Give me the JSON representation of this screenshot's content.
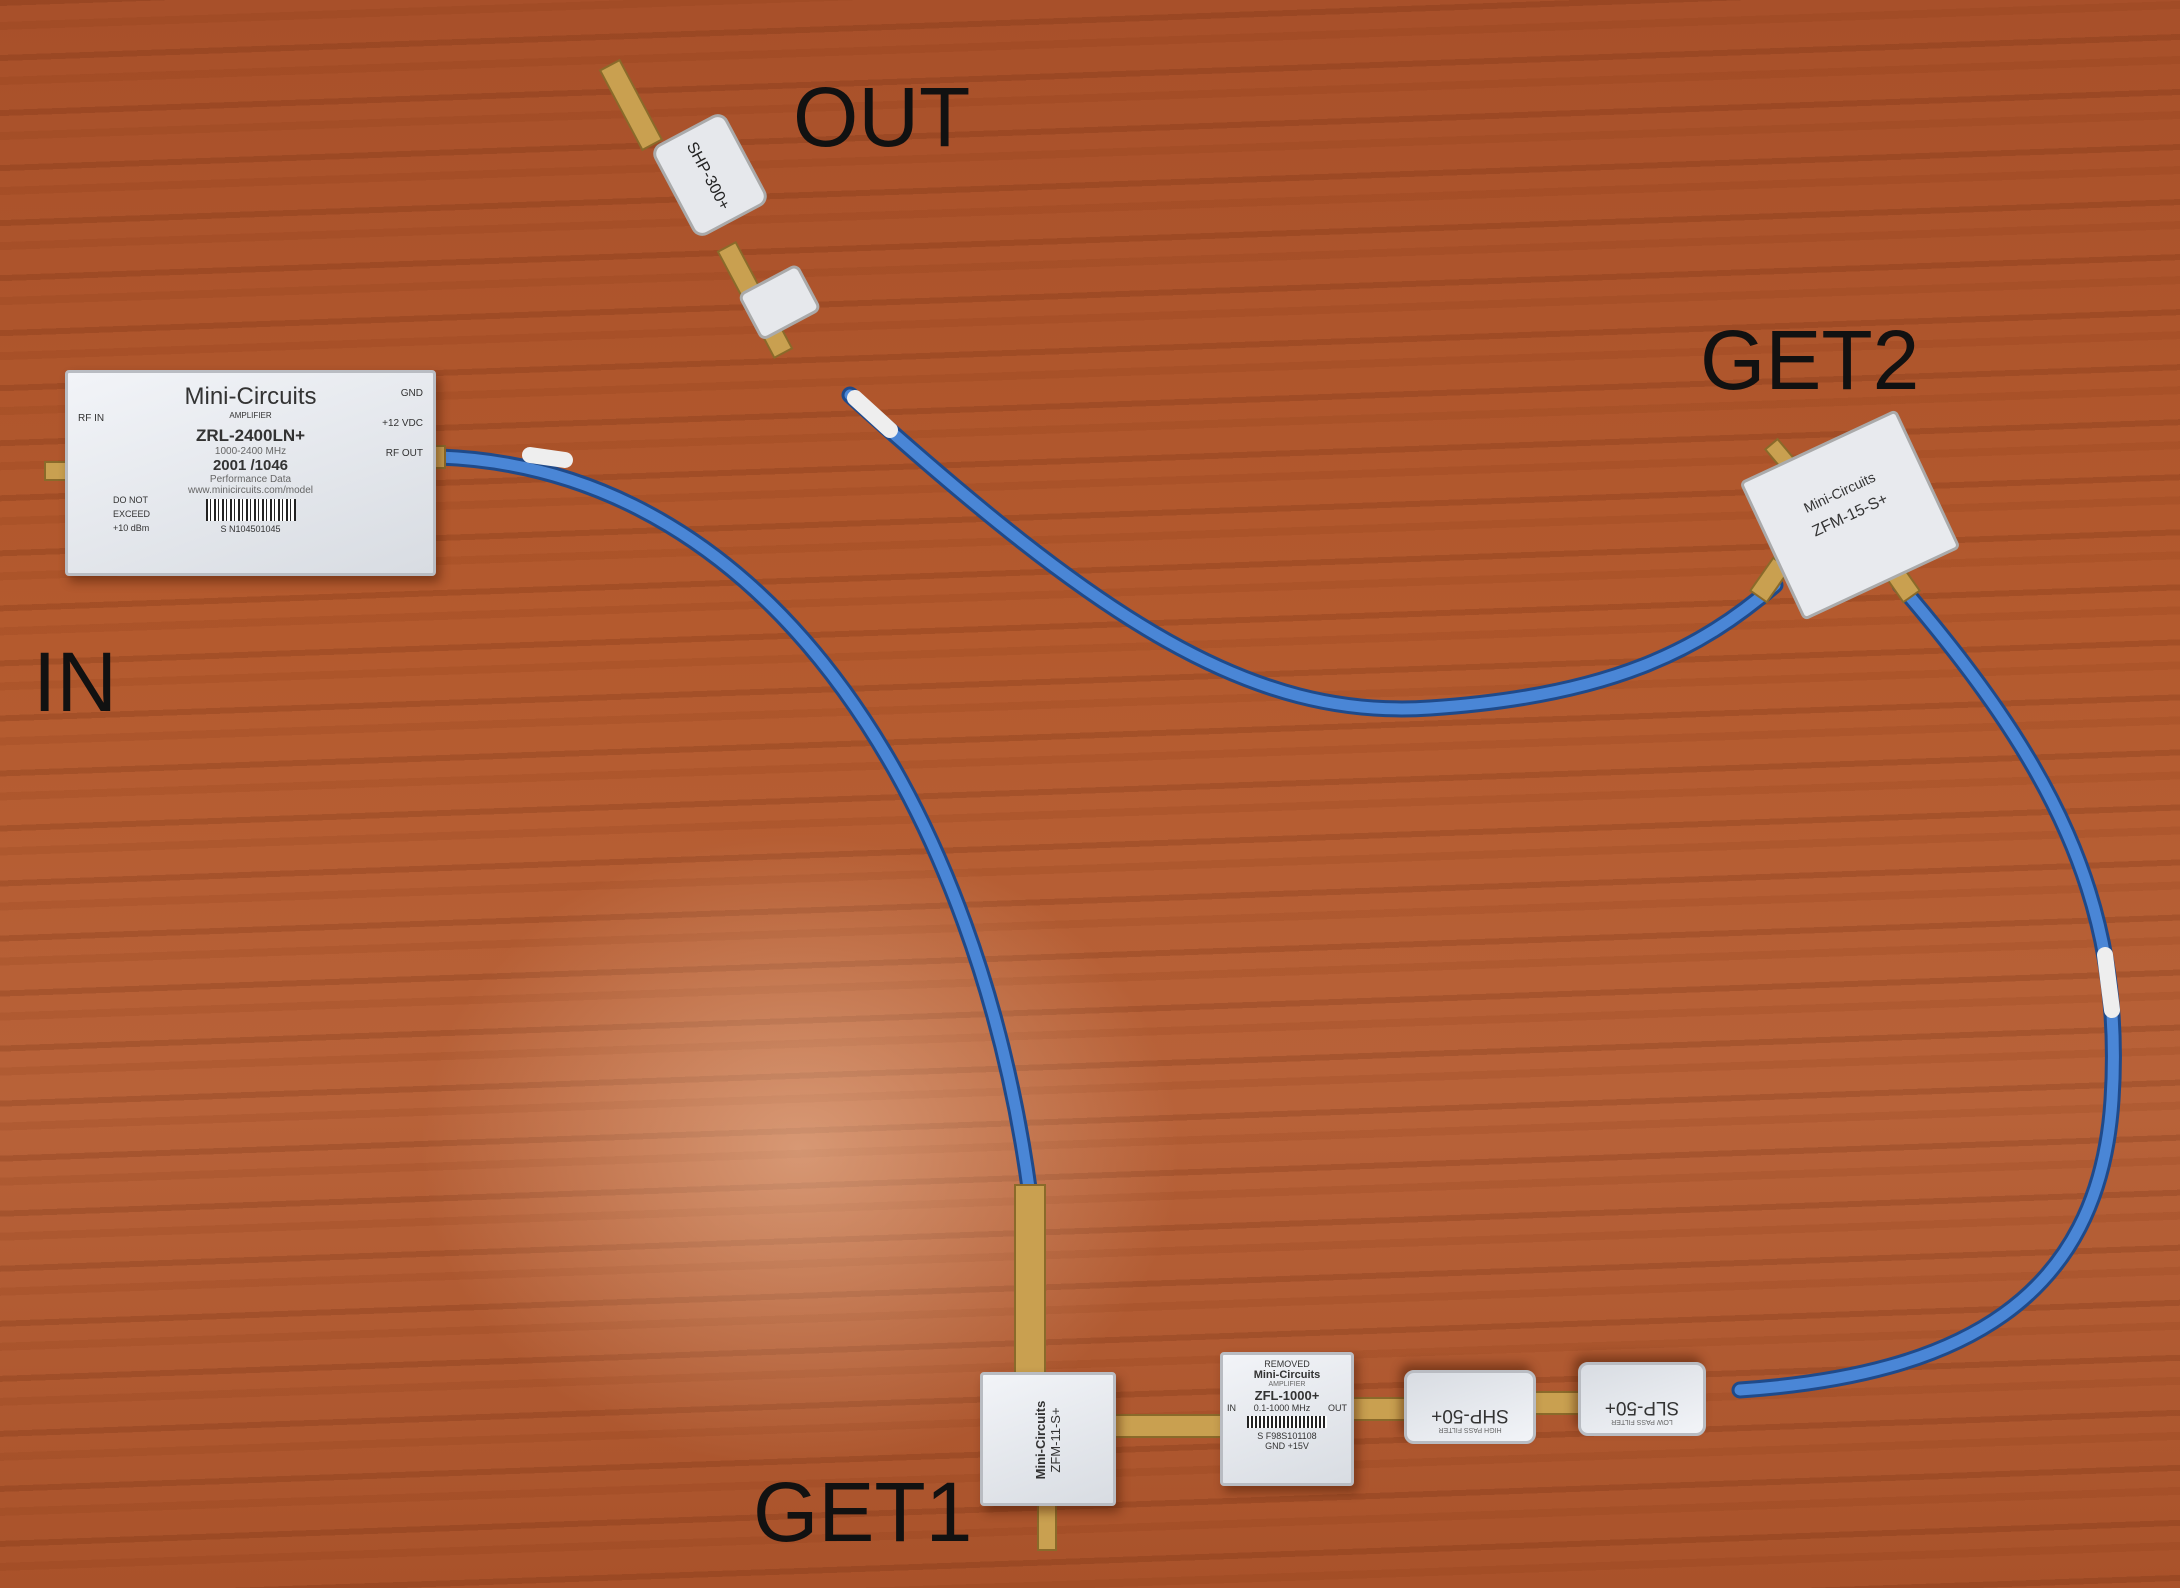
{
  "labels": {
    "in": "IN",
    "out": "OUT",
    "get1": "GET1",
    "get2": "GET2"
  },
  "amplifier_main": {
    "brand": "Mini-Circuits",
    "type": "AMPLIFIER",
    "model": "ZRL-2400LN+",
    "freq": "1000-2400 MHz",
    "serial": "2001 /1046",
    "perf": "Performance Data",
    "url": "www.minicircuits.com/model",
    "sn": "S N104501045",
    "rf_in": "RF IN",
    "rf_out": "RF OUT",
    "gnd": "GND",
    "vdc": "+12 VDC",
    "warn1": "DO NOT",
    "warn2": "EXCEED",
    "warn3": "+10 dBm"
  },
  "amplifier_small": {
    "removed": "REMOVED",
    "brand": "Mini-Circuits",
    "type": "AMPLIFIER",
    "model": "ZFL-1000+",
    "in": "IN",
    "out": "OUT",
    "freq": "0.1-1000 MHz",
    "sn": "S F98S101108",
    "pins": "GND  +15V"
  },
  "get1_device": {
    "brand": "Mini-Circuits",
    "model": "ZFM-11-S+"
  },
  "get2_device": {
    "brand": "Mini-Circuits",
    "model": "ZFM-15-S+"
  },
  "filters": {
    "hp": "SHP-50+",
    "hp_desc": "HIGH PASS FILTER",
    "lp": "SLP-50+",
    "lp_desc": "LOW PASS FILTER",
    "out": "SHP-300+"
  },
  "colors": {
    "cable": "#3f78c8",
    "wood": "#b05a30",
    "gold": "#c9a050"
  }
}
